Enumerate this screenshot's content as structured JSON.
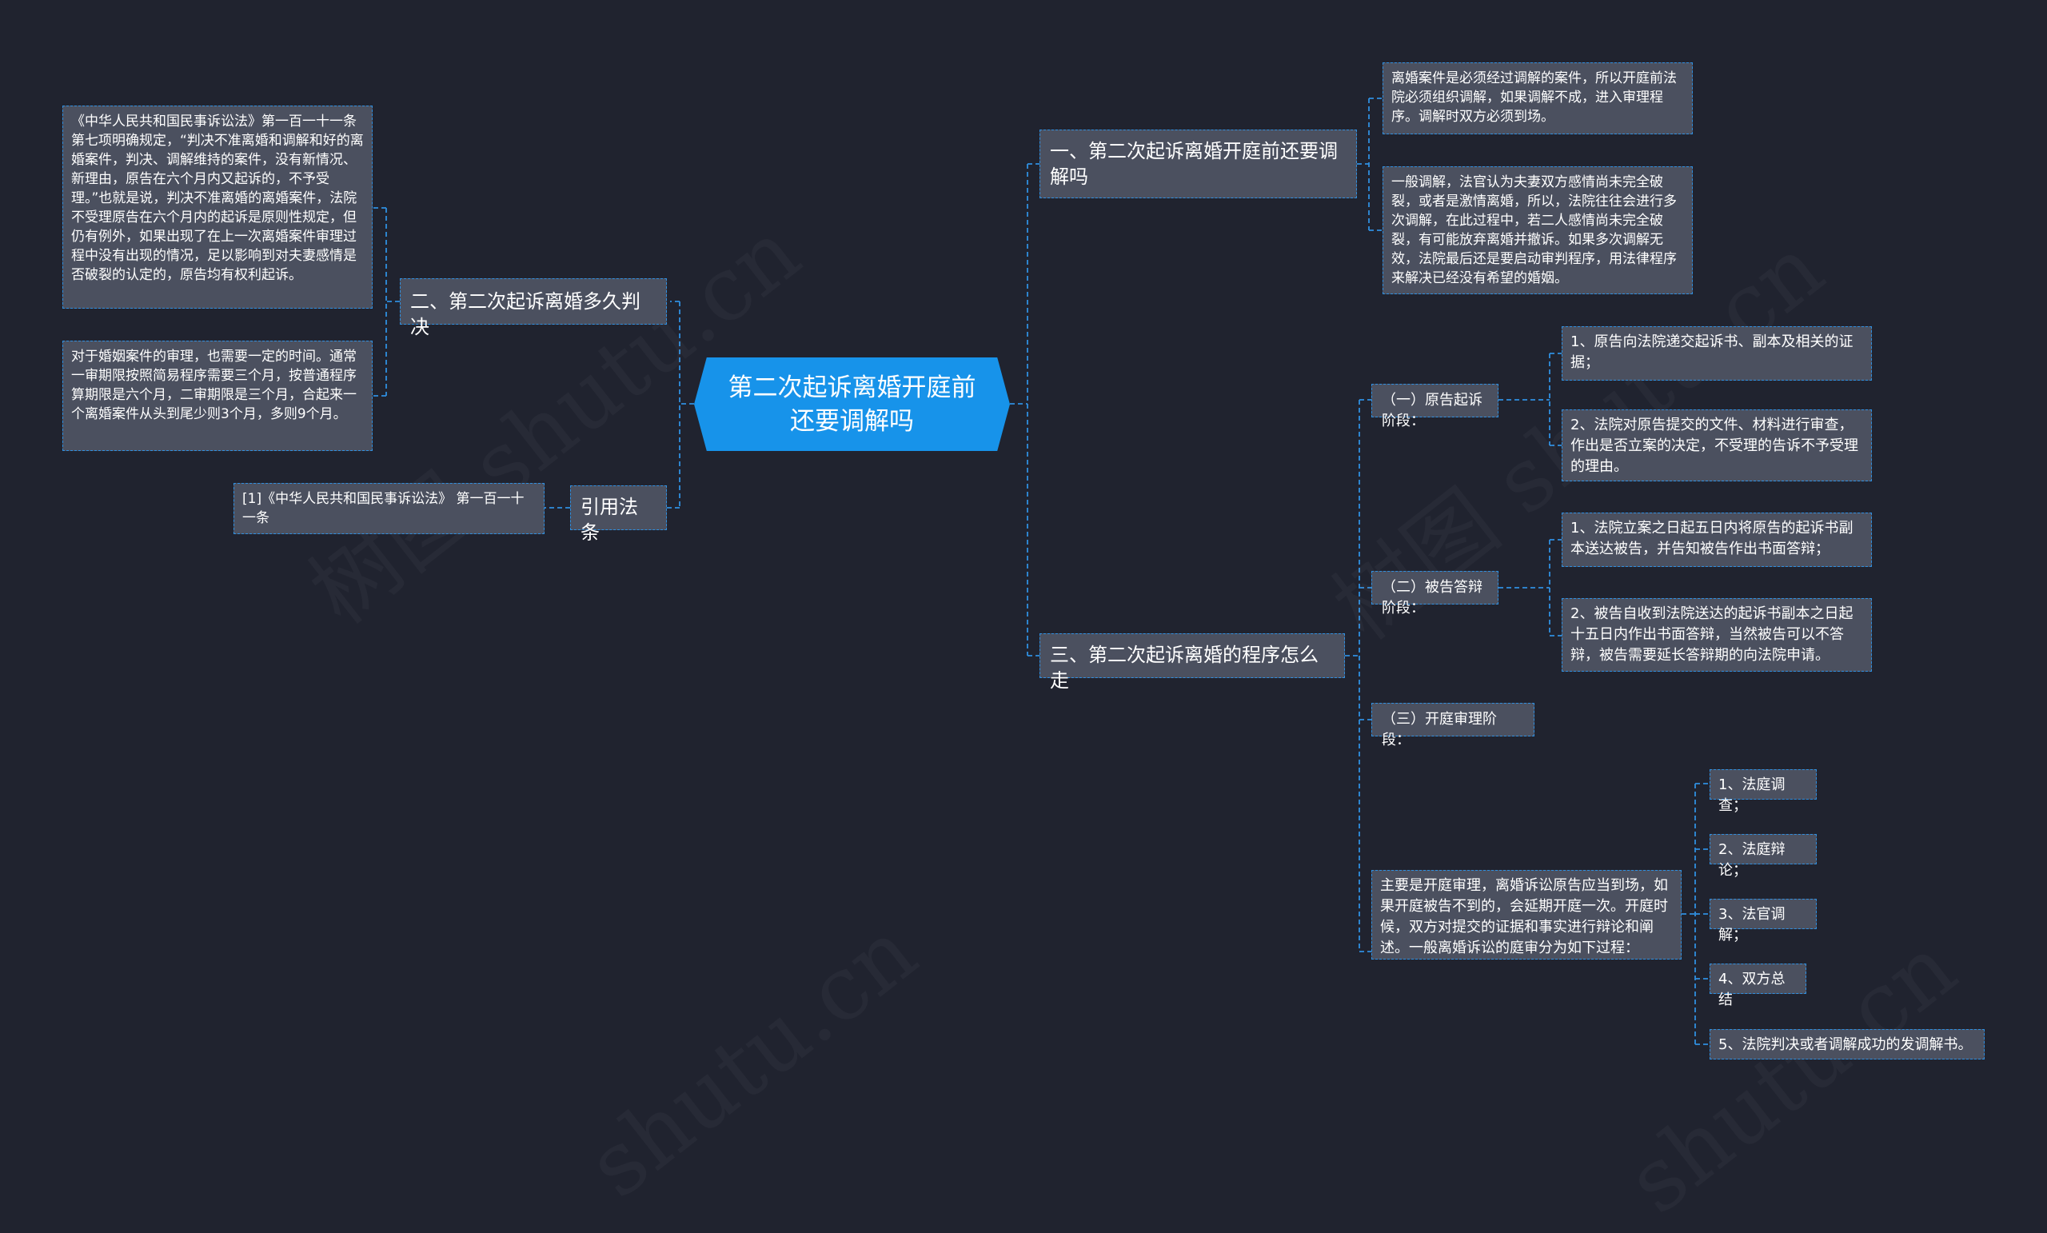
{
  "root": {
    "text": "第二次起诉离婚开庭前还要调解吗"
  },
  "branches": {
    "b1": {
      "title": "一、第二次起诉离婚开庭前还要调解吗",
      "leaves": [
        "离婚案件是必须经过调解的案件，所以开庭前法院必须组织调解，如果调解不成，进入审理程序。调解时双方必须到场。",
        "一般调解，法官认为夫妻双方感情尚未完全破裂，或者是激情离婚，所以，法院往往会进行多次调解，在此过程中，若二人感情尚未完全破裂，有可能放弃离婚并撤诉。如果多次调解无效，法院最后还是要启动审判程序，用法律程序来解决已经没有希望的婚姻。"
      ]
    },
    "b2": {
      "title": "二、第二次起诉离婚多久判决",
      "leaves": [
        "《中华人民共和国民事诉讼法》第一百一十一条第七项明确规定，“判决不准离婚和调解和好的离婚案件，判决、调解维持的案件，没有新情况、新理由，原告在六个月内又起诉的，不予受理。”也就是说，判决不准离婚的离婚案件，法院不受理原告在六个月内的起诉是原则性规定，但仍有例外，如果出现了在上一次离婚案件审理过程中没有出现的情况，足以影响到对夫妻感情是否破裂的认定的，原告均有权利起诉。",
        "对于婚姻案件的审理，也需要一定的时间。通常一审期限按照简易程序需要三个月，按普通程序算期限是六个月，二审期限是三个月，合起来一个离婚案件从头到尾少则3个月，多则9个月。"
      ]
    },
    "b3": {
      "title": "引用法条",
      "leaves": [
        "[1]《中华人民共和国民事诉讼法》 第一百一十一条"
      ]
    },
    "b4": {
      "title": "三、第二次起诉离婚的程序怎么走",
      "stages": [
        {
          "label": "（一）原告起诉阶段：",
          "leaves": [
            "1、原告向法院递交起诉书、副本及相关的证据；",
            "2、法院对原告提交的文件、材料进行审查，作出是否立案的决定，不受理的告诉不予受理的理由。"
          ]
        },
        {
          "label": "（二）被告答辩阶段：",
          "leaves": [
            "1、法院立案之日起五日内将原告的起诉书副本送达被告，并告知被告作出书面答辩；",
            "2、被告自收到法院送达的起诉书副本之日起十五日内作出书面答辩，当然被告可以不答辩，被告需要延长答辩期的向法院申请。"
          ]
        },
        {
          "label": "（三）开庭审理阶段：",
          "leaves": []
        },
        {
          "label": "主要是开庭审理，离婚诉讼原告应当到场，如果开庭被告不到的，会延期开庭一次。开庭时候，双方对提交的证据和事实进行辩论和阐述。一般离婚诉讼的庭审分为如下过程：",
          "leaves": [
            "1、法庭调查；",
            "2、法庭辩论；",
            "3、法官调解；",
            "4、双方总结",
            "5、法院判决或者调解成功的发调解书。"
          ]
        }
      ]
    }
  },
  "colors": {
    "background": "#20232f",
    "node_fill": "#4b505f",
    "border": "#2f8fe0",
    "root_fill": "#1793ea",
    "text": "#ffffff"
  }
}
